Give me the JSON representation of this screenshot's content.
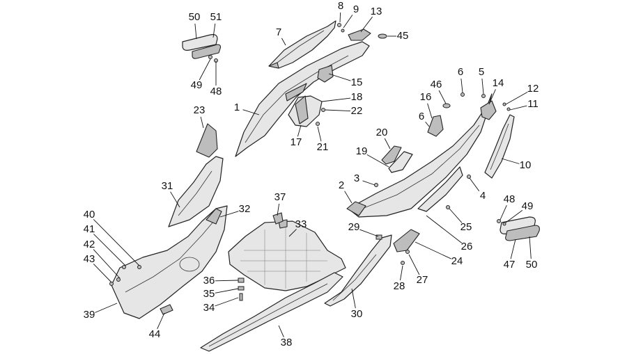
{
  "diagram": {
    "labels": [
      "1",
      "2",
      "3",
      "4",
      "5",
      "6",
      "6",
      "7",
      "8",
      "9",
      "10",
      "11",
      "12",
      "13",
      "14",
      "15",
      "16",
      "17",
      "18",
      "19",
      "20",
      "21",
      "22",
      "23",
      "24",
      "25",
      "26",
      "27",
      "28",
      "29",
      "30",
      "31",
      "32",
      "33",
      "34",
      "35",
      "36",
      "37",
      "38",
      "39",
      "40",
      "41",
      "42",
      "43",
      "44",
      "45",
      "46",
      "47",
      "48",
      "48",
      "49",
      "49",
      "50",
      "50",
      "51"
    ]
  }
}
